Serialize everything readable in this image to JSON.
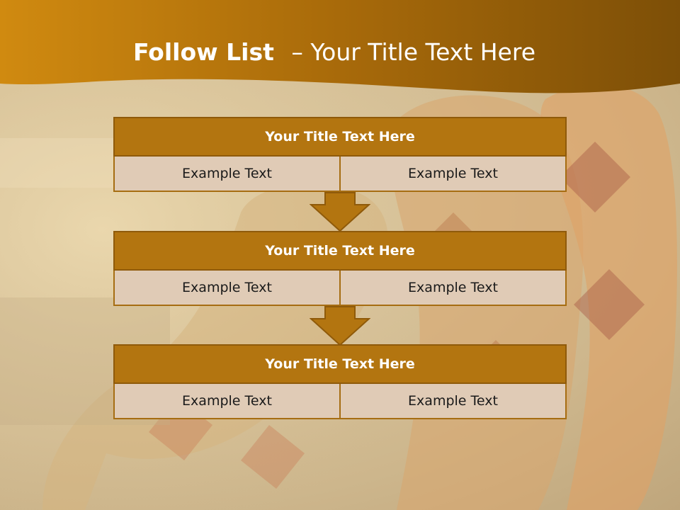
{
  "slide": {
    "title_bold": "Follow List",
    "title_rest": "– Your Title Text Here"
  },
  "blocks": [
    {
      "title": "Your Title Text Here",
      "cells": [
        "Example Text",
        "Example Text"
      ]
    },
    {
      "title": "Your Title Text Here",
      "cells": [
        "Example Text",
        "Example Text"
      ]
    },
    {
      "title": "Your Title Text Here",
      "cells": [
        "Example Text",
        "Example Text"
      ]
    }
  ],
  "colors": {
    "header": "#b8760c",
    "block_title": "#b37510",
    "cell_bg": "#e0cbb6",
    "arrow": "#b37510"
  }
}
